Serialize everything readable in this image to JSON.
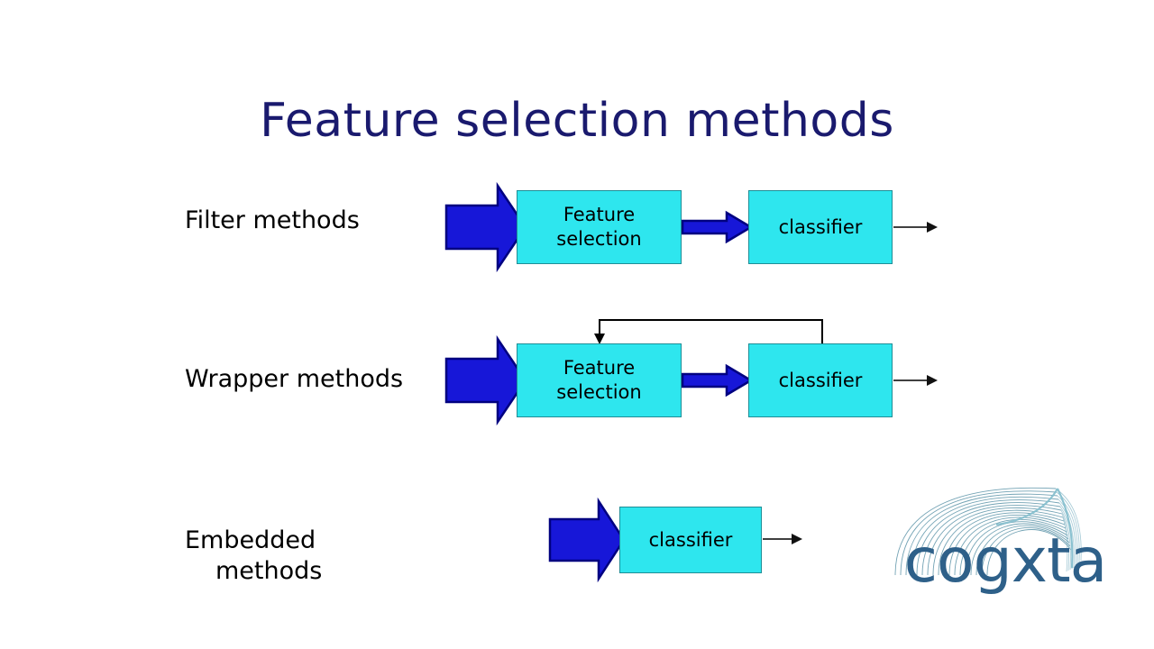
{
  "slide": {
    "title": "Feature selection methods",
    "background_color": "#ffffff",
    "title_color": "#1a1a6e"
  },
  "colors": {
    "box_fill": "#2ee6ee",
    "box_border": "#1f8e96",
    "block_arrow_fill": "#1717d8",
    "block_arrow_stroke": "#000080",
    "thin_arrow": "#404040",
    "feedback_line": "#000000",
    "logo_text": "#2e6089",
    "logo_arc": "#5b93a8"
  },
  "rows": [
    {
      "id": "filter",
      "label": "Filter methods",
      "boxes": [
        {
          "id": "feature-selection",
          "text": "Feature\nselection"
        },
        {
          "id": "classifier",
          "text": "classifier"
        }
      ],
      "has_feedback_loop": false
    },
    {
      "id": "wrapper",
      "label": "Wrapper methods",
      "boxes": [
        {
          "id": "feature-selection",
          "text": "Feature\nselection"
        },
        {
          "id": "classifier",
          "text": "classifier"
        }
      ],
      "has_feedback_loop": true
    },
    {
      "id": "embedded",
      "label_line1": "Embedded",
      "label_line2": "methods",
      "boxes": [
        {
          "id": "classifier",
          "text": "classifier"
        }
      ],
      "has_feedback_loop": false
    }
  ],
  "logo": {
    "text": "cogxta",
    "arc_name": "fan-arc-graphic"
  }
}
